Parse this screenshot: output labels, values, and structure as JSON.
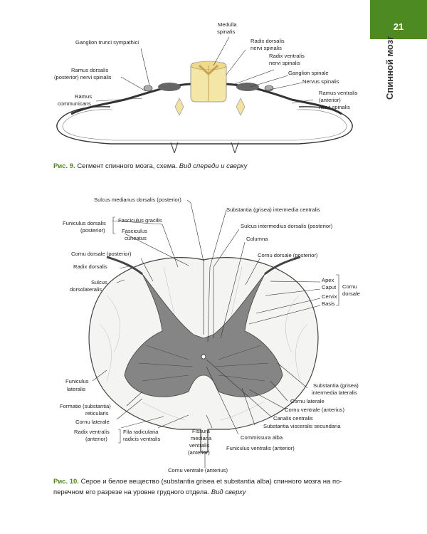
{
  "page": {
    "number": "21",
    "section": "Спинной мозг",
    "accent_color": "#4d8a22"
  },
  "figure9": {
    "caption_num": "Рис. 9.",
    "caption_text": "Сегмент спинного мозга, схема.",
    "caption_italic": "Вид спереди и сверху",
    "labels": {
      "medulla_1": "Medulla",
      "medulla_2": "spinalis",
      "ganglion_trunci": "Ganglion trunci sympathici",
      "radix_dorsalis_1": "Radix dorsalis",
      "radix_dorsalis_2": "nervi spinalis",
      "radix_ventralis_1": "Radix ventralis",
      "radix_ventralis_2": "nervi spinalis",
      "ramus_dorsalis_1": "Ramus dorsalis",
      "ramus_dorsalis_2": "(posterior) nervi spinalis",
      "ganglion_spinale": "Ganglion spinale",
      "nervus_spinalis": "Nervus spinalis",
      "ramus_communicans_1": "Ramus",
      "ramus_communicans_2": "communicans",
      "ramus_ventralis_1": "Ramus ventralis",
      "ramus_ventralis_2": "(anterior)",
      "ramus_ventralis_3": "nervi spinalis"
    }
  },
  "figure10": {
    "caption_num": "Рис. 10.",
    "caption_line1": "Серое и белое вещество (substantia grisea et substantia alba) спинного мозга на по-",
    "caption_line2": "перечном его разрезе на уровне грудного отдела.",
    "caption_italic": "Вид сверху",
    "labels": {
      "sulcus_medianus": "Sulcus medianus dorsalis (posterior)",
      "substantia_intermedia_centralis": "Substantia (grisea) intermedia centralis",
      "funiculus_dorsalis_1": "Funiculus dorsalis",
      "funiculus_dorsalis_2": "(posterior)",
      "fasciculus_gracilis": "Fasciculus gracilis",
      "fasciculus_cuneatus_1": "Fasciculus",
      "fasciculus_cuneatus_2": "cuneatus",
      "sulcus_intermedius": "Sulcus intermedius dorsalis (posterior)",
      "columna": "Columna",
      "cornu_dorsale_left": "Cornu dorsale (posterior)",
      "cornu_dorsale_right": "Cornu dorsale (posterior)",
      "radix_dorsalis": "Radix dorsalis",
      "sulcus_dorsolateralis_1": "Sulcus",
      "sulcus_dorsolateralis_2": "dorsolateralis",
      "apex": "Apex",
      "caput": "Caput",
      "cervix": "Cervix",
      "basis": "Basis",
      "cornu_group_1": "Cornu",
      "cornu_group_2": "dorsale",
      "funiculus_lateralis_1": "Funiculus",
      "funiculus_lateralis_2": "lateralis",
      "substantia_intermedia_lateralis_1": "Substantia (grisea)",
      "substantia_intermedia_lateralis_2": "intermedia lateralis",
      "formatio_reticularis_1": "Formatio (substantia)",
      "formatio_reticularis_2": "reticularis",
      "cornu_laterale_left": "Cornu laterale",
      "cornu_laterale_right": "Cornu laterale",
      "cornu_ventrale_right": "Cornu ventrale (anterius)",
      "canalis_centralis": "Canalis centralis",
      "substantia_visceralis": "Substantia visceralis secundaria",
      "radix_ventralis_1": "Radix ventralis",
      "radix_ventralis_2": "(anterior)",
      "fila_radicularia_1": "Fila radicularia",
      "fila_radicularia_2": "radicis ventralis",
      "fissura_1": "Fissura",
      "fissura_2": "mediana",
      "fissura_3": "ventralis",
      "fissura_4": "(anterior)",
      "commissura_alba": "Commissura alba",
      "funiculus_ventralis": "Funiculus ventralis (anterior)",
      "cornu_ventrale_bottom": "Cornu ventrale (anterius)"
    }
  }
}
